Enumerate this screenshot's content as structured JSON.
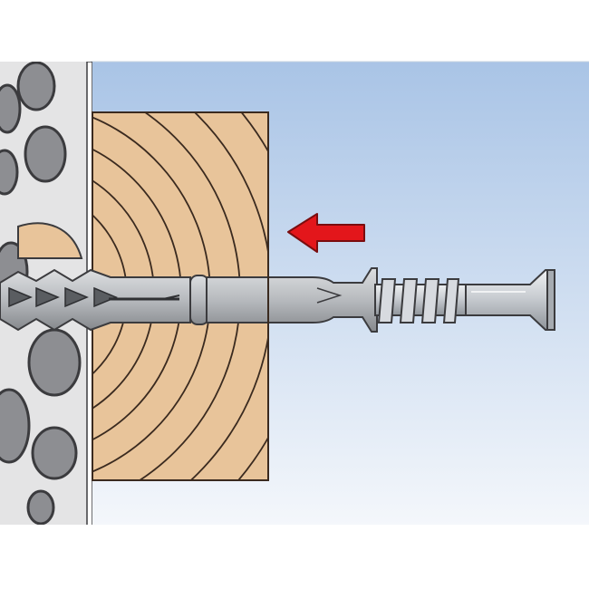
{
  "diagram": {
    "subject": "frame-fixing-installation",
    "parts": [
      "perforated-brick-wall",
      "timber-batten",
      "nylon-plug",
      "hammer-screw"
    ],
    "insertion_direction": "left",
    "colors": {
      "background_sky_top": "#a9c4e6",
      "background_sky_bottom": "#f4f7fb",
      "wall": "#e4e4e5",
      "wall_void": "#8d8e92",
      "wood": "#e8c49a",
      "wood_grain": "#3a2a1f",
      "plug": "#b7babe",
      "screw": "#c9cdd2",
      "arrow": "#e3161b"
    }
  }
}
